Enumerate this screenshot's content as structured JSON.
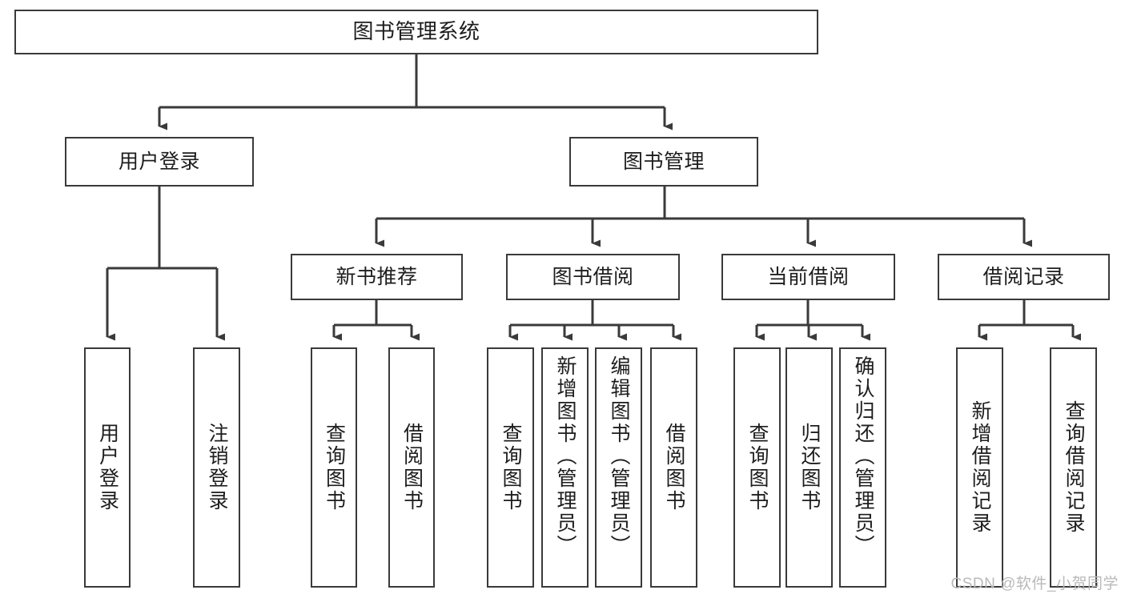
{
  "diagram": {
    "title": "图书管理系统",
    "type": "tree-hierarchy-chart",
    "root": {
      "label": "图书管理系统"
    },
    "level2": [
      {
        "label": "用户登录"
      },
      {
        "label": "图书管理"
      }
    ],
    "level3": [
      {
        "label": "新书推荐"
      },
      {
        "label": "图书借阅"
      },
      {
        "label": "当前借阅"
      },
      {
        "label": "借阅记录"
      }
    ],
    "leaves": {
      "user_login": [
        {
          "label": "用户登录"
        },
        {
          "label": "注销登录"
        }
      ],
      "new_book_recommend": [
        {
          "label": "查询图书"
        },
        {
          "label": "借阅图书"
        }
      ],
      "book_borrow": [
        {
          "label": "查询图书"
        },
        {
          "label": "新增图书（管理员）"
        },
        {
          "label": "编辑图书（管理员）"
        },
        {
          "label": "借阅图书"
        }
      ],
      "current_borrow": [
        {
          "label": "查询图书"
        },
        {
          "label": "归还图书"
        },
        {
          "label": "确认归还（管理员）"
        }
      ],
      "borrow_record": [
        {
          "label": "新增借阅记录"
        },
        {
          "label": "查询借阅记录"
        }
      ]
    }
  },
  "watermark": {
    "text": "CSDN @软件_小贺同学"
  },
  "colors": {
    "stroke": "#3a3a3a",
    "background": "#ffffff",
    "text": "#1d1d1d",
    "watermark": "#b9b9b9"
  }
}
